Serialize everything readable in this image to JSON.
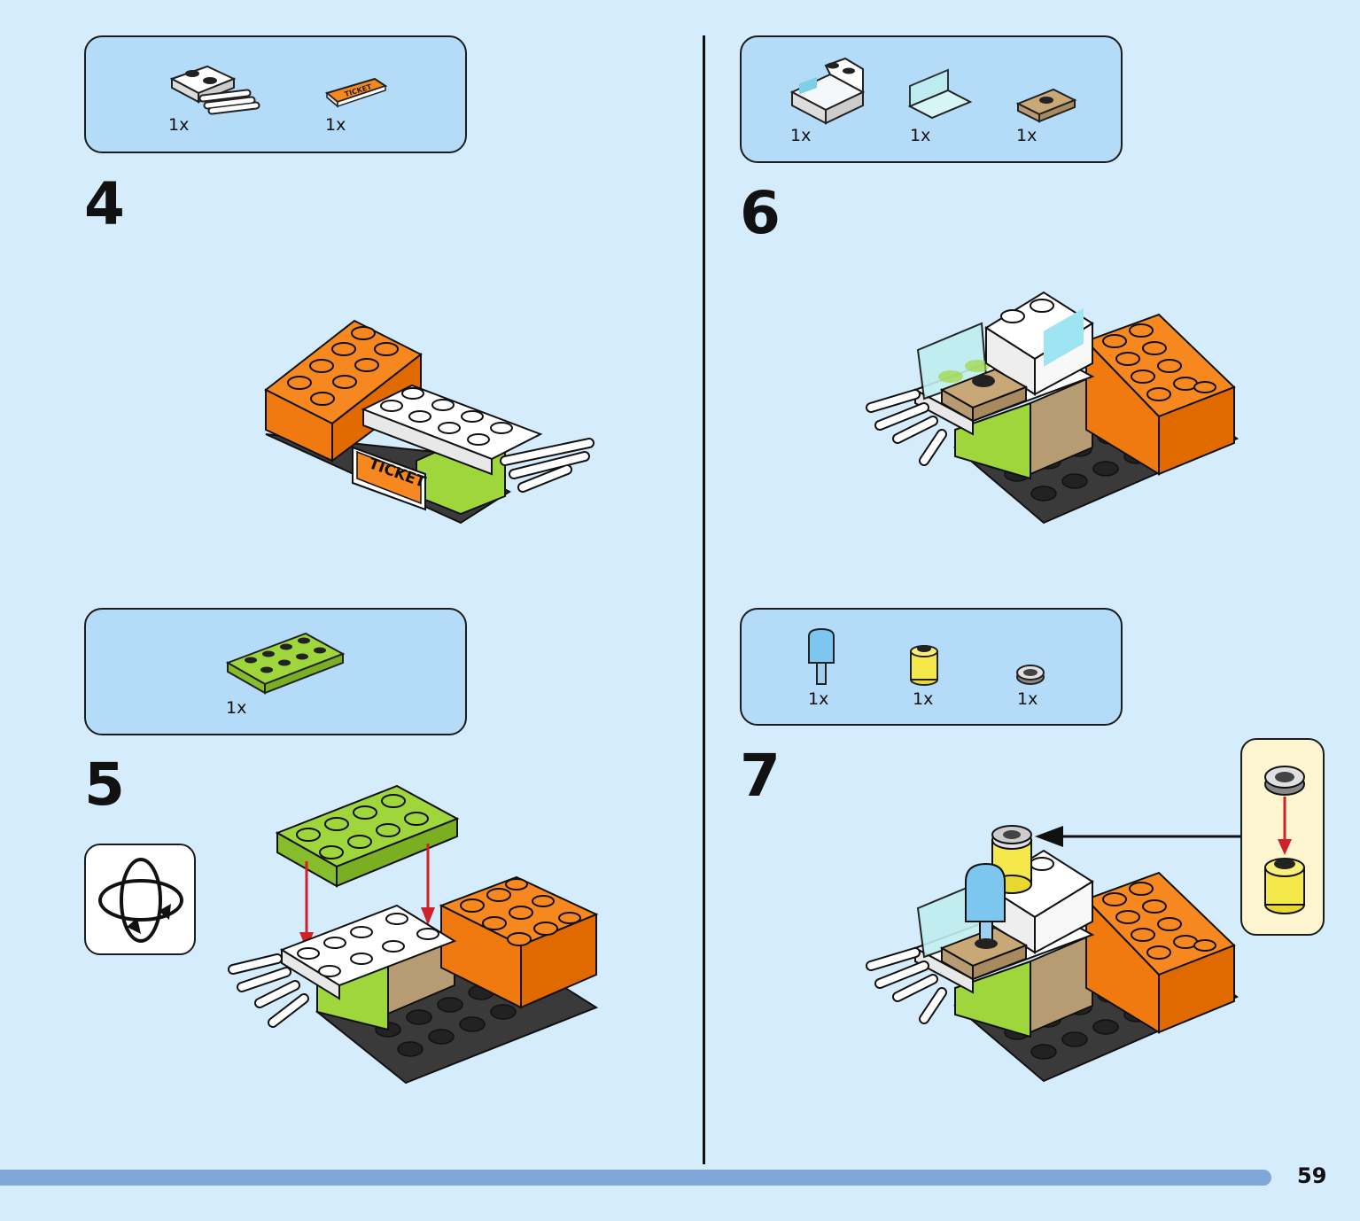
{
  "page_number": "59",
  "steps": [
    {
      "number": "4",
      "parts": [
        {
          "qty": "1x",
          "icon": "white-clip-plate-icon"
        },
        {
          "qty": "1x",
          "icon": "ticket-tile-icon",
          "label": "TICKET"
        }
      ],
      "model_label": "TICKET"
    },
    {
      "number": "5",
      "parts": [
        {
          "qty": "1x",
          "icon": "green-plate-2x4-icon"
        }
      ]
    },
    {
      "number": "6",
      "parts": [
        {
          "qty": "1x",
          "icon": "register-slope-icon"
        },
        {
          "qty": "1x",
          "icon": "glass-windscreen-icon"
        },
        {
          "qty": "1x",
          "icon": "tan-jumper-plate-icon"
        }
      ]
    },
    {
      "number": "7",
      "parts": [
        {
          "qty": "1x",
          "icon": "blue-popsicle-icon"
        },
        {
          "qty": "1x",
          "icon": "yellow-round-brick-icon"
        },
        {
          "qty": "1x",
          "icon": "round-tile-icon"
        }
      ]
    }
  ],
  "colors": {
    "background": "#d4ecfc",
    "parts_box": "#b4dcf8",
    "orange": "#f7881f",
    "lime": "#9fd63c",
    "dark_gray": "#3a3a3a",
    "tan": "#b79b72",
    "arrow_red": "#d0202a",
    "progress": "#7fa8d9",
    "subassembly_bg": "#fdf5cf"
  }
}
